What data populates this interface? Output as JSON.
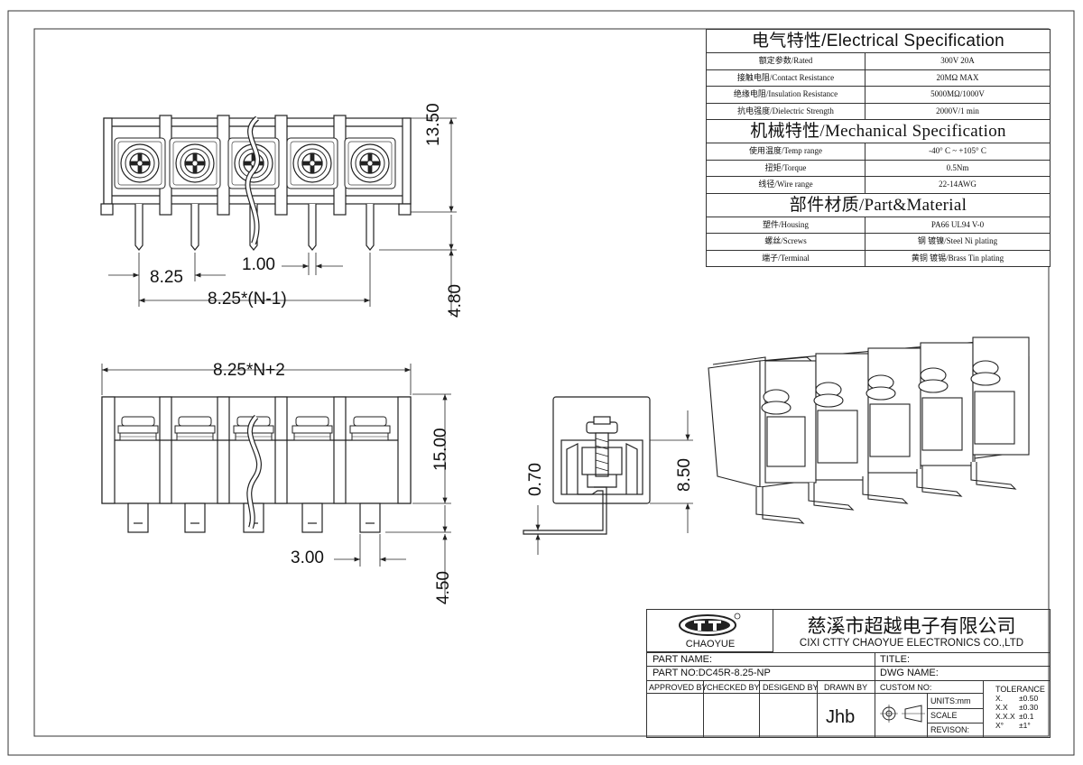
{
  "spec": {
    "electrical_title": "电气特性/Electrical Specification",
    "electrical_rows": [
      {
        "label": "额定参数/Rated",
        "value": "300V  20A"
      },
      {
        "label": "接触电阻/Contact Resistance",
        "value": "20MΩ MAX"
      },
      {
        "label": "绝缘电阻/Insulation Resistance",
        "value": "5000MΩ/1000V"
      },
      {
        "label": "抗电强度/Dielectric Strength",
        "value": "2000V/1 min"
      }
    ],
    "mechanical_title": "机械特性/Mechanical Specification",
    "mechanical_rows": [
      {
        "label": "使用温度/Temp range",
        "value": "-40° C ~ +105° C"
      },
      {
        "label": "扭矩/Torque",
        "value": "0.5Nm"
      },
      {
        "label": "线径/Wire range",
        "value": "22-14AWG"
      }
    ],
    "material_title": "部件材质/Part&Material",
    "material_rows": [
      {
        "label": "塑件/Housing",
        "value": "PA66 UL94 V-0"
      },
      {
        "label": "螺丝/Screws",
        "value": "钢 镀镍/Steel Ni plating"
      },
      {
        "label": "端子/Terminal",
        "value": "黄铜 镀锡/Brass Tin  plating"
      }
    ]
  },
  "dims": {
    "pitch": "8.25",
    "pin_width": "1.00",
    "span": "8.25*(N-1)",
    "height_top": "13.50",
    "pin_len_top": "4.80",
    "total_width": "8.25*N+2",
    "height_front": "15.00",
    "pin_spacing": "3.00",
    "pin_len_front": "4.50",
    "side_thick": "0.70",
    "side_height": "8.50"
  },
  "title_block": {
    "logo_text": "CHAOYUE",
    "company_cn": "慈溪市超越电子有限公司",
    "company_en": "CIXI CTTY CHAOYUE ELECTRONICS CO.,LTD",
    "part_name_label": "PART NAME:",
    "title_label": "TITLE:",
    "part_no_label": "PART NO:DC45R-8.25-NP",
    "dwg_name_label": "DWG NAME:",
    "approved_by": "APPROVED BY",
    "checked_by": "CHECKED BY",
    "designed_by": "DESIGEND BY",
    "drawn_by": "DRAWN BY",
    "drawn_by_value": "Jhb",
    "custom_no": "CUSTOM NO:",
    "units": "UNITS:mm",
    "scale": "SCALE",
    "revision": "REVISON:",
    "tolerance_title": "TOLERANCE",
    "tolerance_rows": [
      {
        "k": "X.",
        "v": "±0.50"
      },
      {
        "k": "X.X",
        "v": "±0.30"
      },
      {
        "k": "X.X.X",
        "v": "±0.1"
      },
      {
        "k": "X°",
        "v": "±1°"
      }
    ]
  }
}
